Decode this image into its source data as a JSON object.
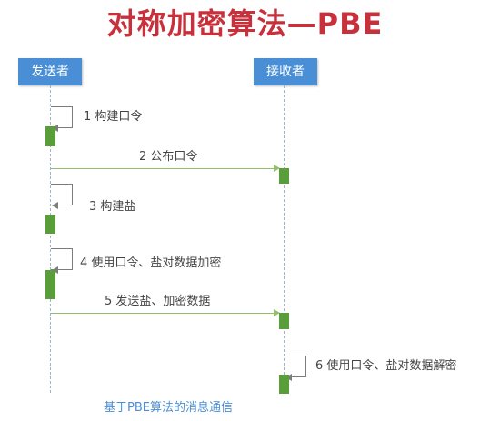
{
  "title": "对称加密算法—PBE",
  "actors": {
    "sender": "发送者",
    "receiver": "接收者"
  },
  "steps": [
    {
      "label": "1 构建口令"
    },
    {
      "label": "2 公布口令"
    },
    {
      "label": "3 构建盐"
    },
    {
      "label": "4 使用口令、盐对数据加密"
    },
    {
      "label": "5 发送盐、加密数据"
    },
    {
      "label": "6 使用口令、盐对数据解密"
    }
  ],
  "caption": "基于PBE算法的消息通信",
  "colors": {
    "title": "#c8313b",
    "actor_box": "#4a8fd6",
    "activation": "#5a9e3c",
    "message_line": "#8fbf6a",
    "caption": "#4a8fd6"
  }
}
